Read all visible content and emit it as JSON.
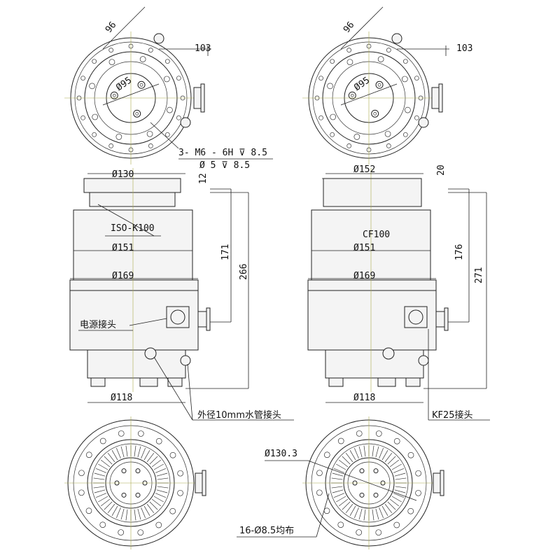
{
  "top_view_left": {
    "dim_96": "96",
    "dim_103": "103",
    "dim_d95": "Ø95",
    "thread_callout_1": "3- M6 - 6H ⊽ 8.5",
    "thread_callout_2": "Ø 5 ⊽ 8.5"
  },
  "top_view_right": {
    "dim_96": "96",
    "dim_103": "103",
    "dim_d95": "Ø95"
  },
  "side_view_left": {
    "flange_dia": "Ø130",
    "flange_thk": "12",
    "flange_type": "ISO-K100",
    "body_dia": "Ø151",
    "height_inlet": "171",
    "height_total": "266",
    "collar_dia": "Ø169",
    "power_connector": "电源接头",
    "base_dia": "Ø118",
    "water_connector": "外径10mm水管接头"
  },
  "side_view_right": {
    "flange_dia": "Ø152",
    "flange_thk": "20",
    "flange_type": "CF100",
    "body_dia": "Ø151",
    "height_inlet": "176",
    "height_total": "271",
    "collar_dia": "Ø169",
    "base_dia": "Ø118",
    "kf_connector": "KF25接头"
  },
  "bottom_view": {
    "bolt_circle": "Ø130.3",
    "bolt_holes": "16-Ø8.5均布"
  }
}
